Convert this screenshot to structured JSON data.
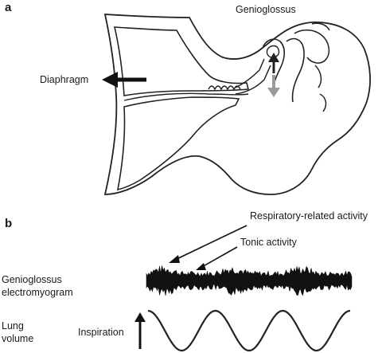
{
  "panel_a": {
    "letter": "a",
    "labels": {
      "genioglossus": "Genioglossus",
      "diaphragm": "Diaphragm"
    }
  },
  "panel_b": {
    "letter": "b",
    "labels": {
      "respiratory_activity": "Respiratory-related activity",
      "tonic_activity": "Tonic activity",
      "emg_line1": "Genioglossus",
      "emg_line2": "electromyogram",
      "lung_line1": "Lung",
      "lung_line2": "volume",
      "inspiration": "Inspiration"
    }
  }
}
